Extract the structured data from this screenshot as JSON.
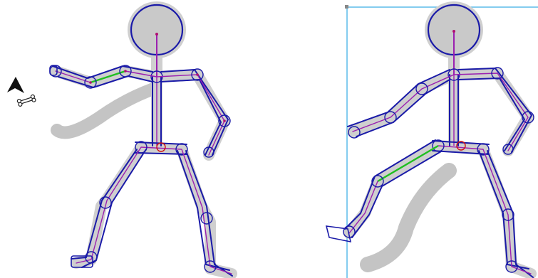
{
  "tool": {
    "cursor_icon": "arrow-cursor-icon",
    "cursor_badge_icon": "bone-tool-icon"
  },
  "colors": {
    "outline": "#1a1aa8",
    "bone": "#9b1fb0",
    "joint_dot": "#b01070",
    "selected_bone": "#1fbf1f",
    "shadow": "#c8c8c8",
    "head_fill": "#c9c9c9",
    "selection_box": "#4fb6e8"
  },
  "figures": [
    {
      "name": "figure-left",
      "selected_limb": "left-upper-arm"
    },
    {
      "name": "figure-right",
      "selected_limb": "left-thigh"
    }
  ]
}
